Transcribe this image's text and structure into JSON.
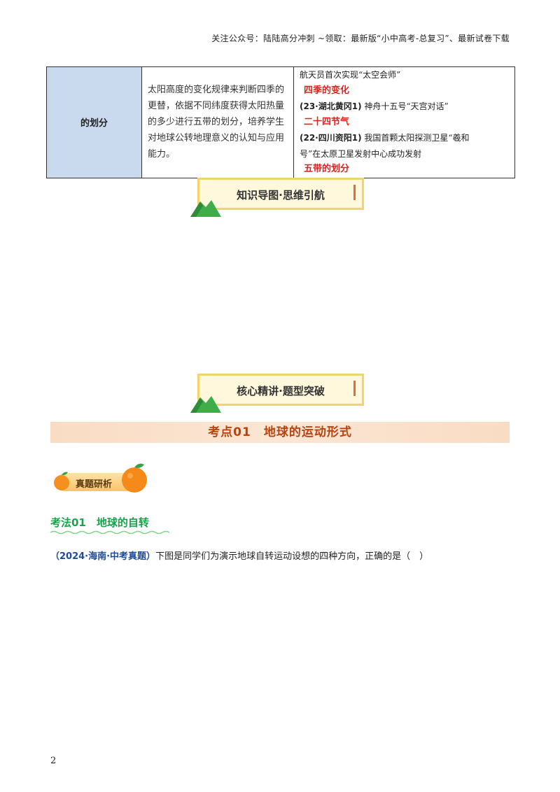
{
  "header": {
    "text": "关注公众号：陆陆高分冲刺 ~领取：最新版“小中高考-总复习”、最新试卷下载"
  },
  "table": {
    "col1": "的划分",
    "col2": "太阳高度的变化规律来判断四季的更替，依据不同纬度获得太阳热量的多少进行五带的划分，培养学生对地球公转地理意义的认知与应用能力。",
    "col3": {
      "line1": "航天员首次实现“太空会师”",
      "h1": "四季的变化",
      "l2_src": "(23·湖北黄冈1)",
      "l2_text": "神舟十五号“天宫对话”",
      "h2": "二十四节气",
      "l3_src": "(22·四川资阳1)",
      "l3_text": "我国首颗太阳探测卫星“羲和",
      "l4": "号”在太原卫星发射中心成功发射",
      "h3": "五带的划分"
    }
  },
  "banners": {
    "mindmap": "知识导图·思维引航",
    "core": "核心精讲·题型突破"
  },
  "point": {
    "title": "考点01　地球的运动形式"
  },
  "badge": {
    "label": "真题研析"
  },
  "method": {
    "title": "考法01　地球的自转"
  },
  "question": {
    "source": "（2024·海南·中考真题）",
    "text": "下图是同学们为演示地球自转运动设想的四种方向，正确的是（　）"
  },
  "page": {
    "number": "2"
  },
  "colors": {
    "accent_red": "#e0201b",
    "accent_green": "#18a34a",
    "accent_blue": "#1f4c9a",
    "point_title": "#b8430f"
  }
}
